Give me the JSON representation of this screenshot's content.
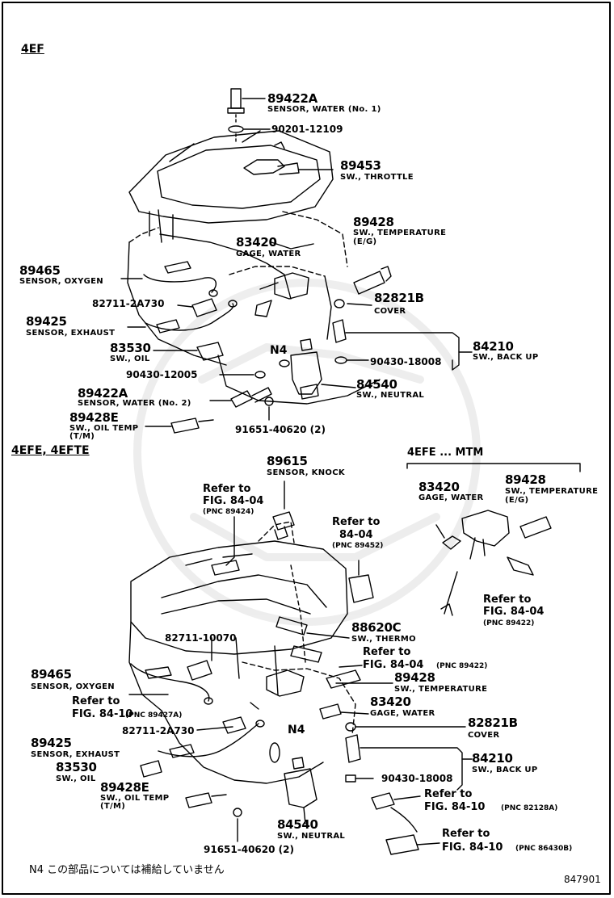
{
  "sections": {
    "top": "4EF",
    "bottom": "4EFE, 4EFTE",
    "inset": "4EFE ... MTM"
  },
  "top_parts": {
    "p89422a_1": {
      "no": "89422A",
      "desc": "SENSOR, WATER (No. 1)"
    },
    "p90201": {
      "no": "90201-12109"
    },
    "p89453": {
      "no": "89453",
      "desc": "SW., THROTTLE"
    },
    "p89428": {
      "no": "89428",
      "desc1": "SW., TEMPERATURE",
      "desc2": "(E/G)"
    },
    "p83420": {
      "no": "83420",
      "desc": "GAGE, WATER"
    },
    "p89465": {
      "no": "89465",
      "desc": "SENSOR, OXYGEN"
    },
    "p82711": {
      "no": "82711-2A730"
    },
    "p82821b": {
      "no": "82821B",
      "desc": "COVER"
    },
    "p89425": {
      "no": "89425",
      "desc": "SENSOR, EXHAUST"
    },
    "p84210": {
      "no": "84210",
      "desc": "SW., BACK UP"
    },
    "p83530": {
      "no": "83530",
      "desc": "SW., OIL"
    },
    "n4": "N4",
    "p90430_18008": {
      "no": "90430-18008"
    },
    "p90430_12005": {
      "no": "90430-12005"
    },
    "p84540": {
      "no": "84540",
      "desc": "SW., NEUTRAL"
    },
    "p89422a_2": {
      "no": "89422A",
      "desc": "SENSOR, WATER (No. 2)"
    },
    "p89428e": {
      "no": "89428E",
      "desc1": "SW., OIL TEMP",
      "desc2": "(T/M)"
    },
    "p91651": {
      "no": "91651-40620 (2)"
    }
  },
  "bottom_parts": {
    "p89615": {
      "no": "89615",
      "desc": "SENSOR, KNOCK"
    },
    "ref1": {
      "line1": "Refer to",
      "line2": "FIG. 84-04",
      "pnc": "(PNC 89424)"
    },
    "ref2": {
      "line1": "Refer to",
      "line2": "84-04",
      "pnc": "(PNC 89452)"
    },
    "p88620c": {
      "no": "88620C",
      "desc": "SW., THERMO"
    },
    "ref3": {
      "line1": "Refer to",
      "line2": "FIG. 84-04",
      "pnc": "(PNC 89422)"
    },
    "p82711_10070": {
      "no": "82711-10070"
    },
    "p89465": {
      "no": "89465",
      "desc": "SENSOR, OXYGEN"
    },
    "ref4": {
      "line1": "Refer to",
      "line2": "FIG. 84-10",
      "pnc": "(PNC 89427A)"
    },
    "p89428": {
      "no": "89428",
      "desc": "SW., TEMPERATURE"
    },
    "p83420": {
      "no": "83420",
      "desc": "GAGE, WATER"
    },
    "p82821b": {
      "no": "82821B",
      "desc": "COVER"
    },
    "p82711_2a730": {
      "no": "82711-2A730"
    },
    "p89425": {
      "no": "89425",
      "desc": "SENSOR, EXHAUST"
    },
    "n4": "N4",
    "p84210": {
      "no": "84210",
      "desc": "SW., BACK UP"
    },
    "p83530": {
      "no": "83530",
      "desc": "SW., OIL"
    },
    "p90430": {
      "no": "90430-18008"
    },
    "p89428e": {
      "no": "89428E",
      "desc1": "SW., OIL TEMP",
      "desc2": "(T/M)"
    },
    "ref5": {
      "line1": "Refer to",
      "line2": "FIG. 84-10",
      "pnc": "(PNC 82128A)"
    },
    "p84540": {
      "no": "84540",
      "desc": "SW., NEUTRAL"
    },
    "ref6": {
      "line1": "Refer to",
      "line2": "FIG. 84-10",
      "pnc": "(PNC 86430B)"
    },
    "p91651": {
      "no": "91651-40620 (2)"
    }
  },
  "inset_parts": {
    "p83420": {
      "no": "83420",
      "desc": "GAGE, WATER"
    },
    "p89428": {
      "no": "89428",
      "desc1": "SW., TEMPERATURE",
      "desc2": "(E/G)"
    },
    "ref": {
      "line1": "Refer to",
      "line2": "FIG. 84-04",
      "pnc": "(PNC 89422)"
    }
  },
  "footnote": "N4 この部品については補給していません",
  "diagram_code": "847901"
}
